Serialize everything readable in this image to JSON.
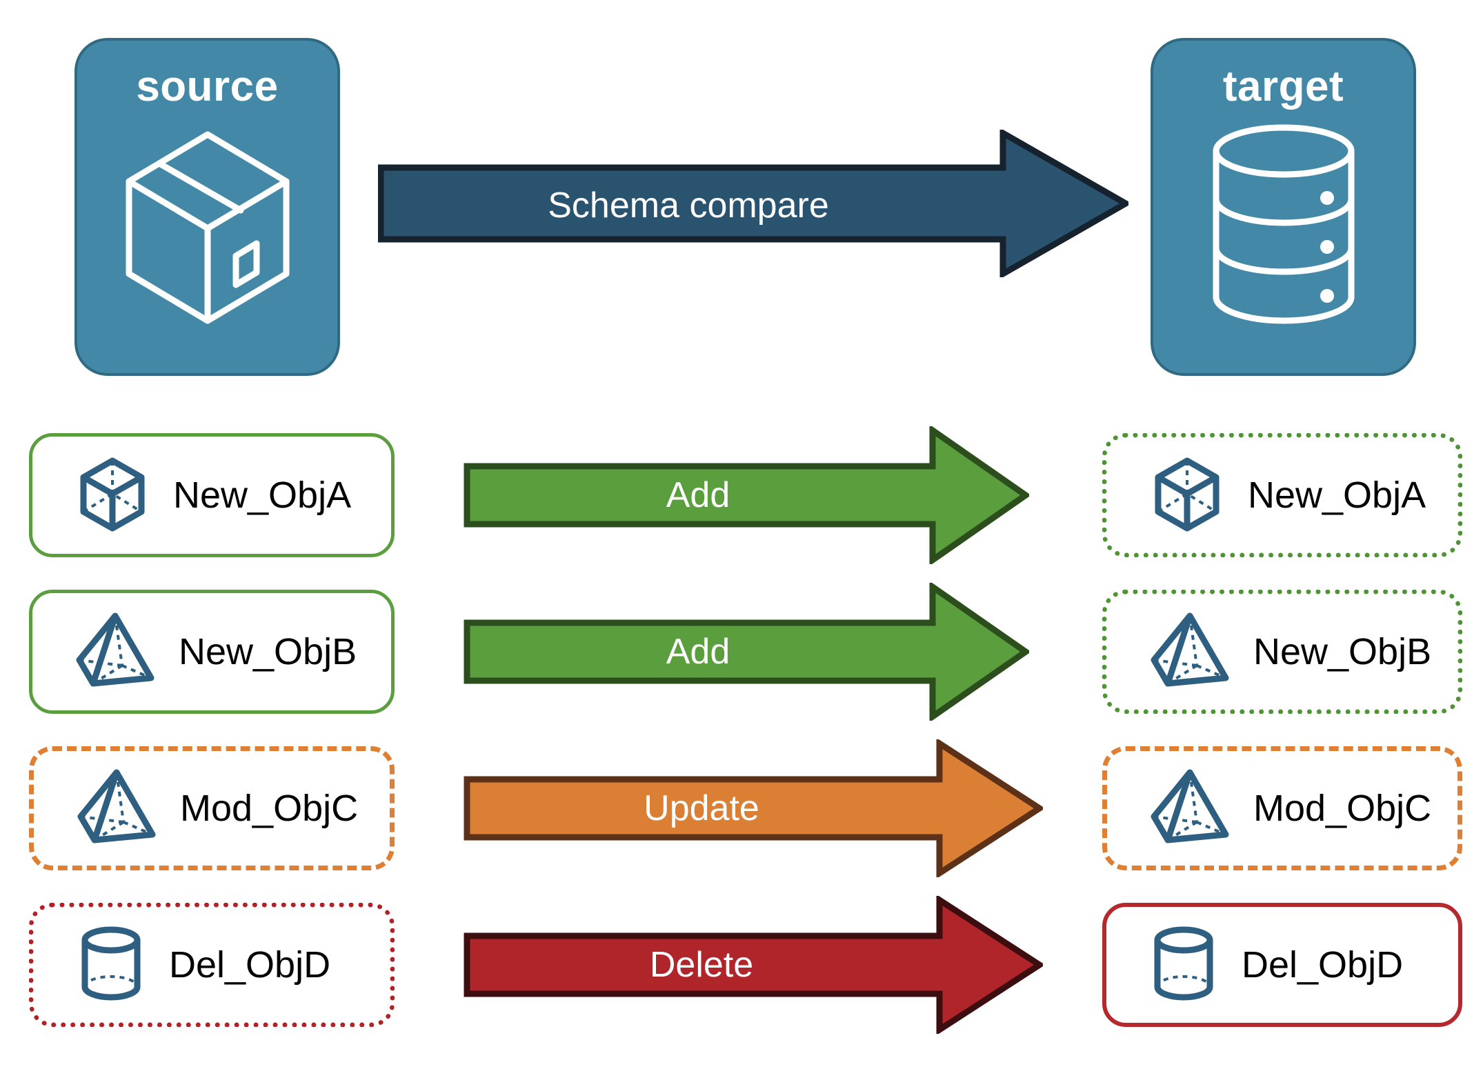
{
  "diagram": {
    "title_note": "Schema compare between source and target",
    "background": "#ffffff"
  },
  "endpoints": {
    "source": {
      "label": "source",
      "icon": "package-box-icon",
      "fill": "#4389a7",
      "stroke": "#2f6a82"
    },
    "target": {
      "label": "target",
      "icon": "database-cylinder-icon",
      "fill": "#4389a7",
      "stroke": "#2f6a82"
    }
  },
  "compare_arrow": {
    "label": "Schema compare",
    "fill": "#2a5370",
    "stroke": "#16232e"
  },
  "legend_colors": {
    "add": "#5a9e3e",
    "add_border": "#2c4e1c",
    "update": "#db7f35",
    "update_border": "#5c3118",
    "delete": "#b0252a",
    "delete_border": "#3c0e10",
    "object_icon": "#2e5f80"
  },
  "rows": [
    {
      "source": {
        "label": "New_ObjA",
        "icon": "wireframe-cube-icon",
        "border_style": "solid-green"
      },
      "arrow": {
        "label": "Add",
        "fill": "#5a9e3e",
        "stroke": "#2c4e1c"
      },
      "target": {
        "label": "New_ObjA",
        "icon": "wireframe-cube-icon",
        "border_style": "dotted-green"
      }
    },
    {
      "source": {
        "label": "New_ObjB",
        "icon": "wireframe-pyramid-icon",
        "border_style": "solid-green"
      },
      "arrow": {
        "label": "Add",
        "fill": "#5a9e3e",
        "stroke": "#2c4e1c"
      },
      "target": {
        "label": "New_ObjB",
        "icon": "wireframe-pyramid-icon",
        "border_style": "dotted-green"
      }
    },
    {
      "source": {
        "label": "Mod_ObjC",
        "icon": "wireframe-pyramid-icon",
        "border_style": "dashed-orange"
      },
      "arrow": {
        "label": "Update",
        "fill": "#db7f35",
        "stroke": "#5c3118"
      },
      "target": {
        "label": "Mod_ObjC",
        "icon": "wireframe-pyramid-icon",
        "border_style": "dashed-orange"
      }
    },
    {
      "source": {
        "label": "Del_ObjD",
        "icon": "wireframe-cylinder-icon",
        "border_style": "dotted-red"
      },
      "arrow": {
        "label": "Delete",
        "fill": "#b0252a",
        "stroke": "#3c0e10"
      },
      "target": {
        "label": "Del_ObjD",
        "icon": "wireframe-cylinder-icon",
        "border_style": "solid-red"
      }
    }
  ]
}
